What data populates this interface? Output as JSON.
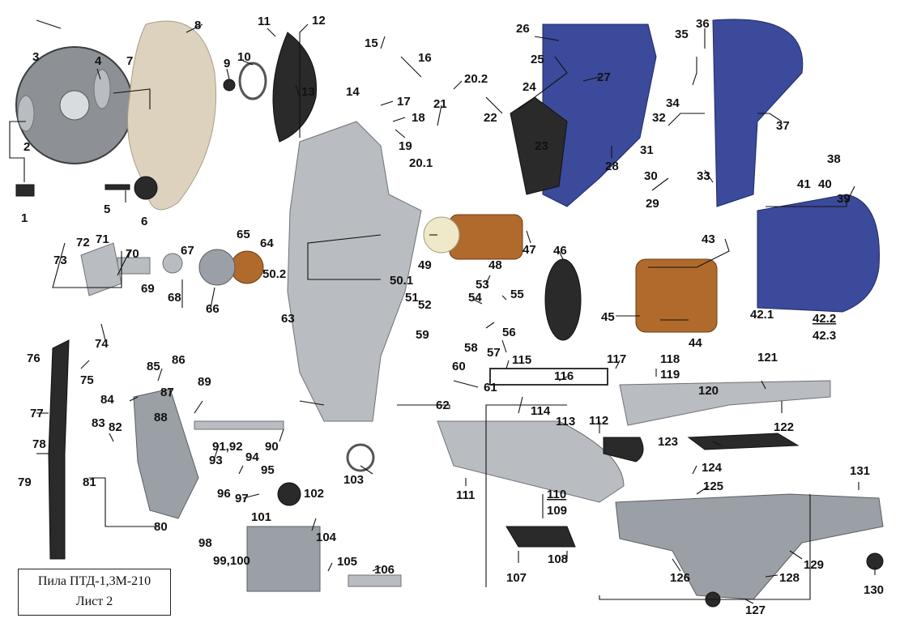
{
  "title_block": {
    "line1": "Пила   ПТД-1,3М-210",
    "line2": "Лист 2"
  },
  "part_numbers": [
    "1",
    "2",
    "3",
    "4",
    "5",
    "6",
    "7",
    "8",
    "9",
    "10",
    "11",
    "12",
    "13",
    "14",
    "15",
    "16",
    "17",
    "18",
    "19",
    "20.1",
    "20.2",
    "21",
    "22",
    "23",
    "24",
    "25",
    "26",
    "27",
    "28",
    "29",
    "30",
    "31",
    "32",
    "33",
    "34",
    "35",
    "36",
    "37",
    "38",
    "39",
    "40",
    "41",
    "42.1",
    "42.2",
    "42.3",
    "43",
    "44",
    "45",
    "46",
    "47",
    "48",
    "49",
    "50.1",
    "50.2",
    "51",
    "52",
    "53",
    "54",
    "55",
    "56",
    "57",
    "58",
    "59",
    "60",
    "61",
    "62",
    "63",
    "64",
    "65",
    "66",
    "67",
    "68",
    "69",
    "70",
    "71",
    "72",
    "73",
    "74",
    "75",
    "76",
    "77",
    "78",
    "79",
    "80",
    "81",
    "82",
    "83",
    "84",
    "85",
    "86",
    "87",
    "88",
    "89",
    "90",
    "91,92",
    "93",
    "94",
    "95",
    "96",
    "97",
    "98",
    "99,100",
    "101",
    "102",
    "103",
    "104",
    "105",
    "106",
    "107",
    "108",
    "109",
    "110",
    "111",
    "112",
    "113",
    "114",
    "115",
    "116",
    "117",
    "118",
    "119",
    "120",
    "121",
    "122",
    "123",
    "124",
    "125",
    "126",
    "127",
    "128",
    "129",
    "130",
    "131"
  ],
  "colors": {
    "metal": "#b9bcc0",
    "housing_blue": "#3b4a9a",
    "rubber_dark": "#2a2a2a",
    "copper": "#b06a2c",
    "guard_beige": "#ddd2bd"
  }
}
